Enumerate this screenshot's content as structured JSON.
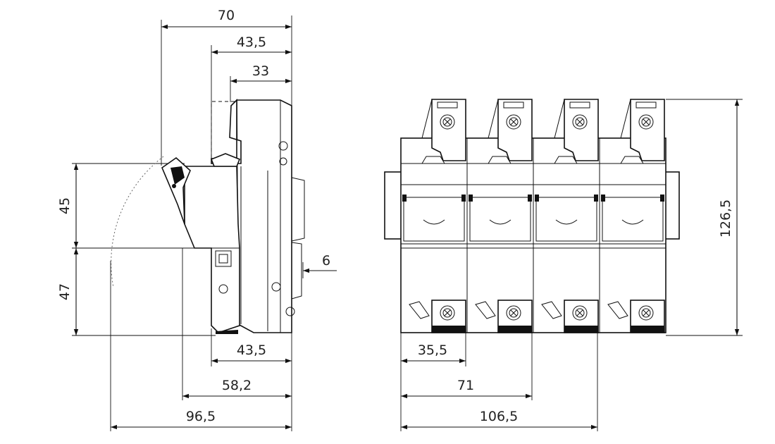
{
  "diagram": {
    "side_view": {
      "dimensions": {
        "width_total": "70",
        "width_upper": "43,5",
        "width_top": "33",
        "height_upper": "45",
        "height_lower": "47",
        "rail_offset": "6",
        "width_base": "43,5",
        "width_open_1": "58,2",
        "width_open_2": "96,5"
      }
    },
    "front_view": {
      "pole_count": 4,
      "dimensions": {
        "pole_width": "35,5",
        "two_pole_width": "71",
        "three_pole_width": "106,5",
        "height": "126,5"
      }
    }
  }
}
